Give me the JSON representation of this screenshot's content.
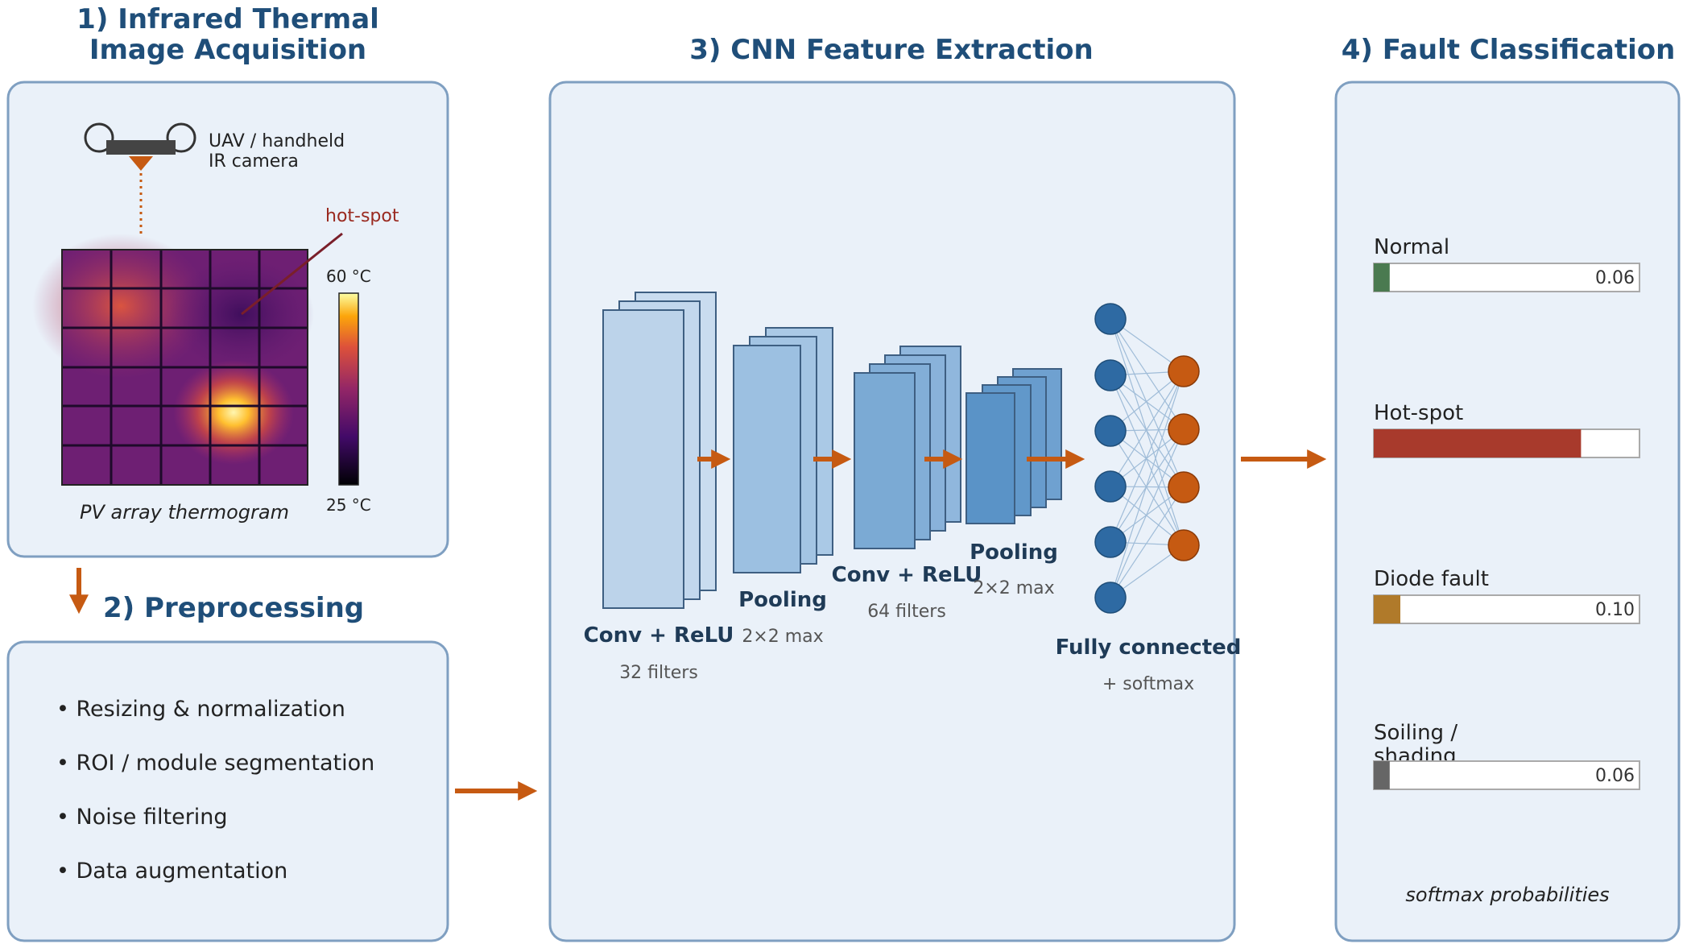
{
  "titles": {
    "acq_line1": "1) Infrared Thermal",
    "acq_line2": "Image Acquisition",
    "pre": "2) Preprocessing",
    "cnn": "3) CNN Feature Extraction",
    "cls": "4) Fault Classification"
  },
  "acquisition": {
    "camera_line1": "UAV / handheld",
    "camera_line2": "IR camera",
    "hotspot": "hot-spot",
    "scale_max": "60 °C",
    "scale_min": "25 °C",
    "caption": "PV array thermogram"
  },
  "preprocessing": {
    "items": [
      "• Resizing & normalization",
      "• ROI / module segmentation",
      "• Noise filtering",
      "• Data augmentation"
    ]
  },
  "cnn": {
    "conv1": "Conv + ReLU",
    "conv1_sub": "32 filters",
    "pool1": "Pooling",
    "pool1_sub": "2×2 max",
    "conv2": "Conv + ReLU",
    "conv2_sub": "64 filters",
    "pool2": "Pooling",
    "pool2_sub": "2×2 max",
    "fc": "Fully connected",
    "fc_sub": "+ softmax"
  },
  "classification": {
    "classes": [
      {
        "label_line1": "Normal",
        "label_line2": "",
        "value": 0.06,
        "value_text": "0.06",
        "color": "#4a7a50"
      },
      {
        "label_line1": "Hot-spot",
        "label_line2": "",
        "value": 0.78,
        "value_text": "",
        "color": "#a83a2c"
      },
      {
        "label_line1": "Diode fault",
        "label_line2": "",
        "value": 0.1,
        "value_text": "0.10",
        "color": "#b07a2a"
      },
      {
        "label_line1": "Soiling /",
        "label_line2": "shading",
        "value": 0.06,
        "value_text": "0.06",
        "color": "#666666"
      }
    ],
    "caption": "softmax probabilities"
  },
  "colors": {
    "arrow": "#c65a12",
    "title": "#1f4e79",
    "panel_fill": "#eaf1f9",
    "panel_stroke": "#7f9fc1",
    "node_blue": "#2e6aa3",
    "node_orange": "#c65a12"
  }
}
